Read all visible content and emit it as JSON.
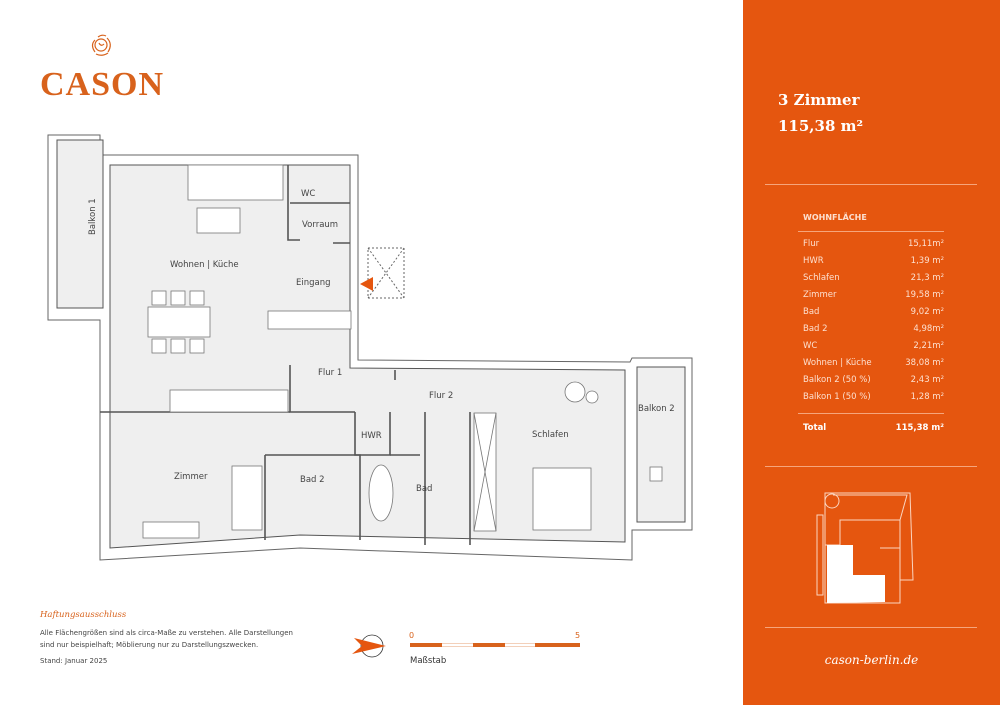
{
  "brand": {
    "name": "CASON",
    "website": "cason-berlin.de"
  },
  "unit": {
    "rooms": "3 Zimmer",
    "area": "115,38 m²"
  },
  "area_table": {
    "heading": "WOHNFLÄCHE",
    "rows": [
      {
        "room": "Flur",
        "area": "15,11m²"
      },
      {
        "room": "HWR",
        "area": "1,39 m²"
      },
      {
        "room": "Schlafen",
        "area": "21,3 m²"
      },
      {
        "room": "Zimmer",
        "area": "19,58 m²"
      },
      {
        "room": "Bad",
        "area": "9,02 m²"
      },
      {
        "room": "Bad 2",
        "area": "4,98m²"
      },
      {
        "room": "WC",
        "area": "2,21m²"
      },
      {
        "room": "Wohnen | Küche",
        "area": "38,08 m²"
      },
      {
        "room": "Balkon 2 (50 %)",
        "area": "2,43 m²"
      },
      {
        "room": "Balkon 1 (50 %)",
        "area": "1,28 m²"
      }
    ],
    "total_label": "Total",
    "total_value": "115,38 m²"
  },
  "plan": {
    "rooms": {
      "balkon1": "Balkon 1",
      "wc": "WC",
      "vorraum": "Vorraum",
      "wohnen": "Wohnen | Küche",
      "eingang": "Eingang",
      "flur1": "Flur 1",
      "flur2": "Flur 2",
      "hwr": "HWR",
      "schlafen": "Schlafen",
      "balkon2": "Balkon 2",
      "zimmer": "Zimmer",
      "bad2": "Bad 2",
      "bad": "Bad"
    }
  },
  "disclaimer": {
    "title": "Haftungsausschluss",
    "line1": "Alle Flächengrößen sind als circa-Maße zu verstehen. Alle Darstellungen",
    "line2": "sind nur beispielhaft; Möblierung nur zu Darstellungszwecken.",
    "date": "Stand: Januar 2025"
  },
  "scale": {
    "start": "0",
    "end": "5",
    "label": "Maßstab"
  },
  "colors": {
    "accent": "#e5560f",
    "floor": "#efefef",
    "wall": "#555555"
  }
}
